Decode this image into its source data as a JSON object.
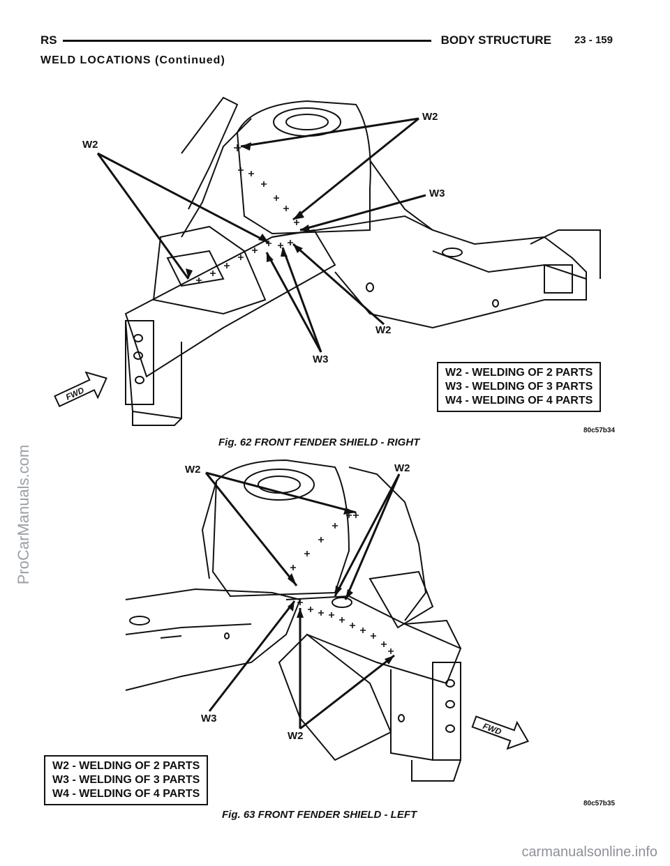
{
  "header": {
    "left": "RS",
    "section": "BODY STRUCTURE",
    "page": "23 - 159"
  },
  "subheading": "WELD LOCATIONS (Continued)",
  "fig62": {
    "caption": "Fig. 62 FRONT FENDER SHIELD - RIGHT",
    "code": "80c57b34",
    "fwd": "FWD",
    "callouts": [
      "W2",
      "W2",
      "W3",
      "W2",
      "W3"
    ],
    "legend": [
      "W2 - WELDING OF 2 PARTS",
      "W3 - WELDING OF 3 PARTS",
      "W4 - WELDING OF 4 PARTS"
    ]
  },
  "fig63": {
    "caption": "Fig. 63 FRONT FENDER SHIELD - LEFT",
    "code": "80c57b35",
    "fwd": "FWD",
    "callouts": [
      "W2",
      "W2",
      "W3",
      "W2"
    ],
    "legend": [
      "W2 - WELDING OF 2 PARTS",
      "W3 - WELDING OF 3 PARTS",
      "W4 - WELDING OF 4 PARTS"
    ]
  },
  "watermarks": {
    "side": "ProCarManuals.com",
    "bottom": "carmanualsonline.info"
  }
}
